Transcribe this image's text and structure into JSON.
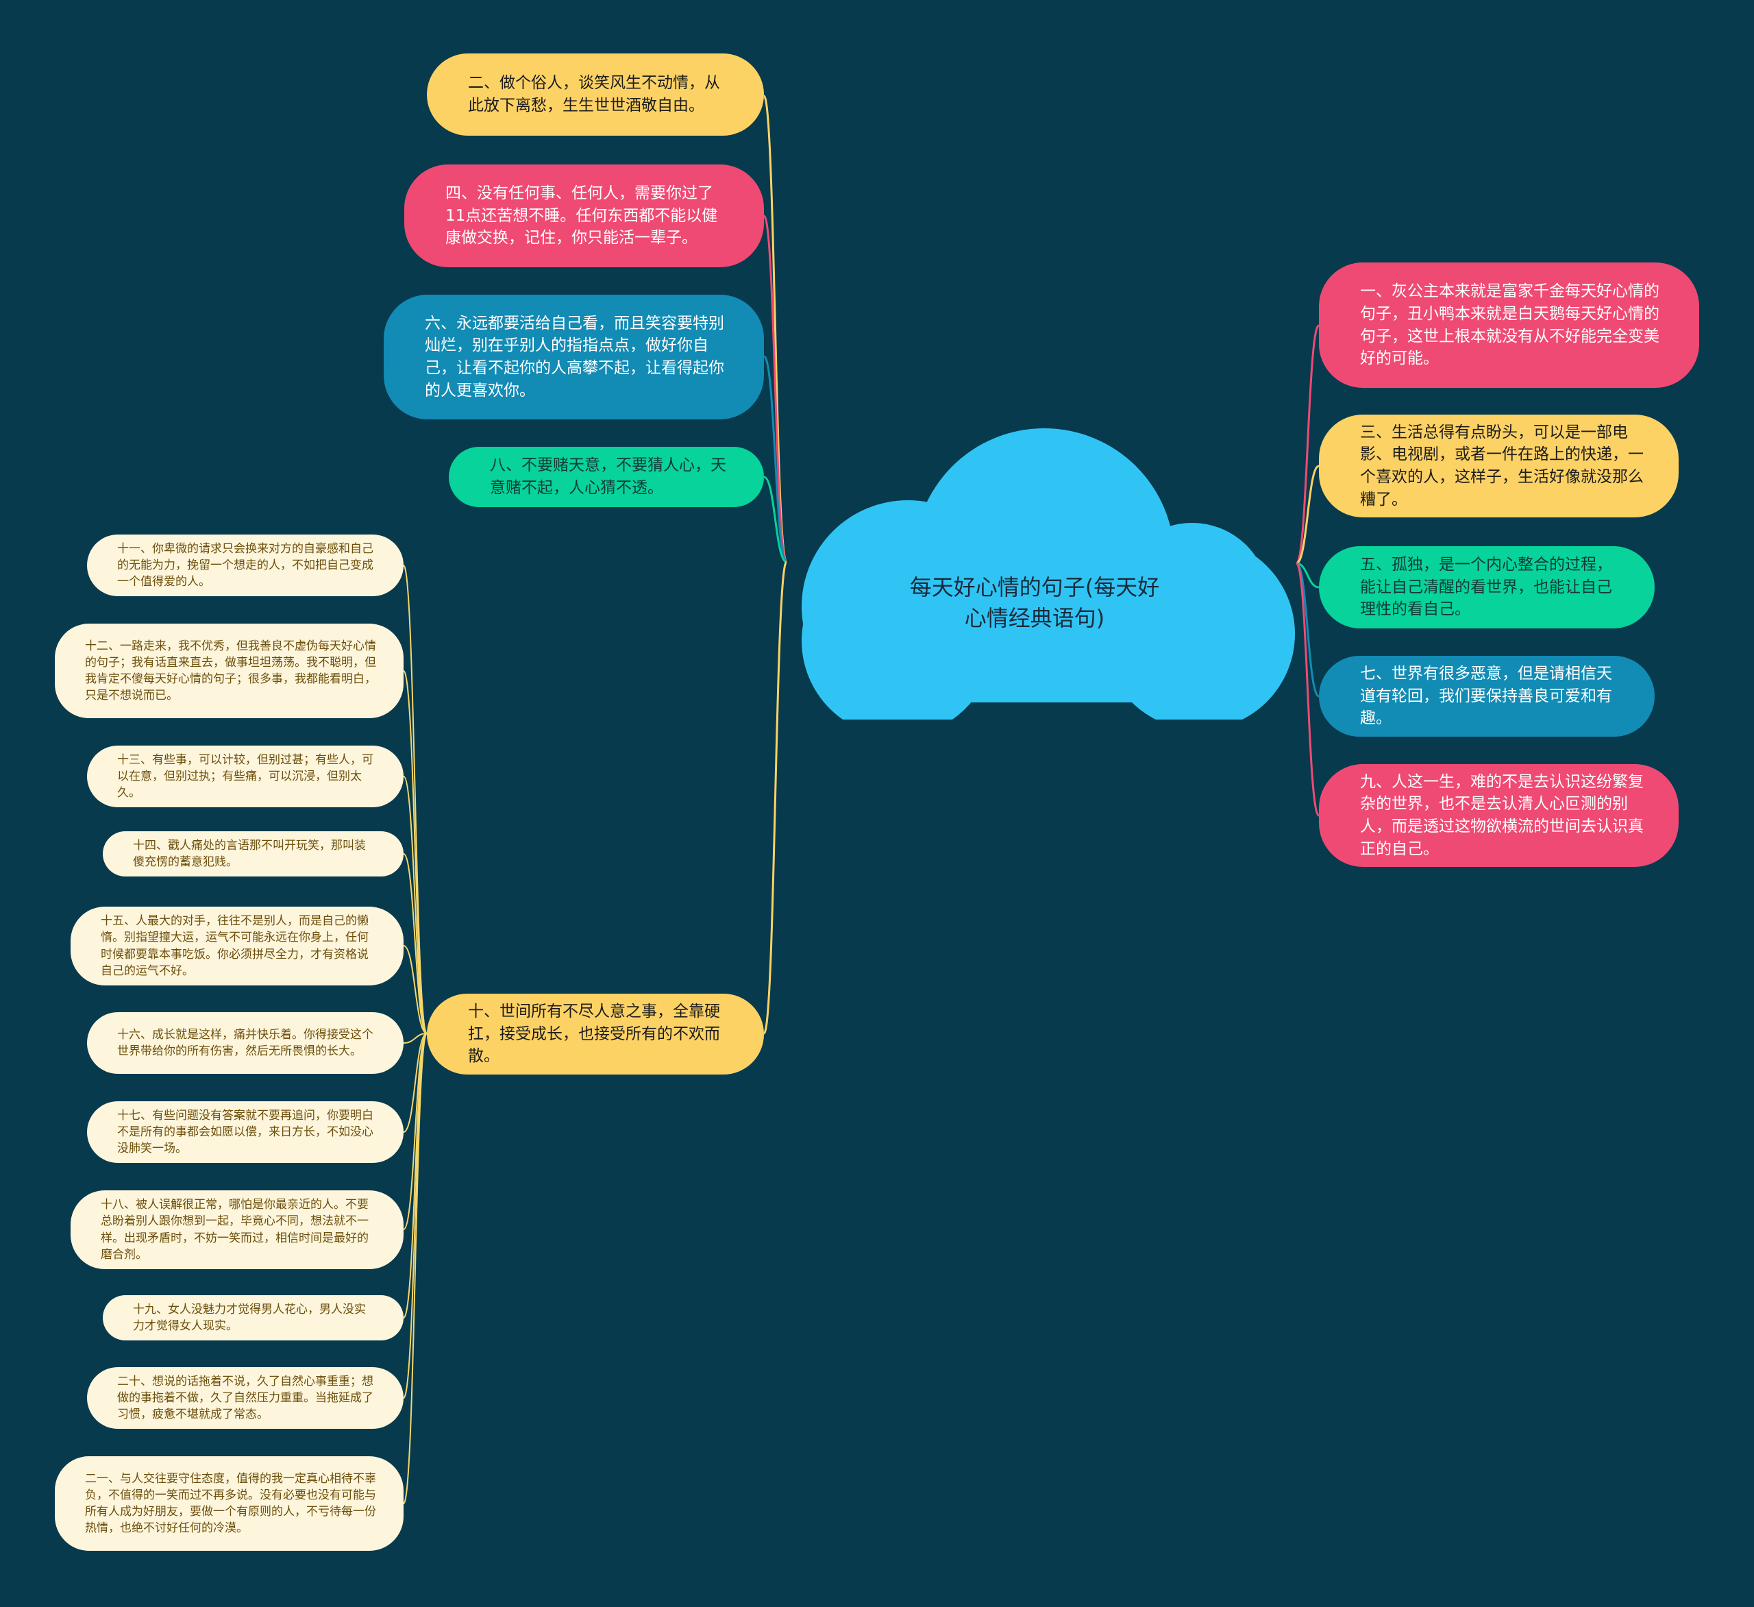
{
  "theme": {
    "background": "#073a4d",
    "cloud": "#30c4f5",
    "yellow": "#fdd265",
    "pink": "#ef4a73",
    "blue": "#128bb5",
    "green": "#07d39a",
    "cream": "#fdf5dc",
    "line_yellow": "#f5d66a"
  },
  "root": {
    "title": "每天好心情的句子(每天好心情经典语句)"
  },
  "left_branches": [
    {
      "id": "n2",
      "text": "二、做个俗人，谈笑风生不动情，从此放下离愁，生生世世酒敬自由。"
    },
    {
      "id": "n4",
      "text": "四、没有任何事、任何人，需要你过了11点还苦想不睡。任何东西都不能以健康做交换，记住，你只能活一辈子。"
    },
    {
      "id": "n6",
      "text": "六、永远都要活给自己看，而且笑容要特别灿烂，别在乎别人的指指点点，做好你自己，让看不起你的人高攀不起，让看得起你的人更喜欢你。"
    },
    {
      "id": "n8",
      "text": "八、不要赌天意，不要猜人心，天意赌不起，人心猜不透。"
    },
    {
      "id": "n10",
      "text": "十、世间所有不尽人意之事，全靠硬扛，接受成长，也接受所有的不欢而散。"
    }
  ],
  "right_branches": [
    {
      "id": "n1",
      "text": "一、灰公主本来就是富家千金每天好心情的句子，丑小鸭本来就是白天鹅每天好心情的句子，这世上根本就没有从不好能完全变美好的可能。"
    },
    {
      "id": "n3",
      "text": "三、生活总得有点盼头，可以是一部电影、电视剧，或者一件在路上的快递，一个喜欢的人，这样子，生活好像就没那么糟了。"
    },
    {
      "id": "n5",
      "text": "五、孤独，是一个内心整合的过程，能让自己清醒的看世界，也能让自己理性的看自己。"
    },
    {
      "id": "n7",
      "text": "七、世界有很多恶意，但是请相信天道有轮回，我们要保持善良可爱和有趣。"
    },
    {
      "id": "n9",
      "text": "九、人这一生，难的不是去认识这纷繁复杂的世界，也不是去认清人心叵测的别人，而是透过这物欲横流的世间去认识真正的自己。"
    }
  ],
  "sub_branches": [
    {
      "id": "s11",
      "text": "十一、你卑微的请求只会换来对方的自豪感和自己的无能为力，挽留一个想走的人，不如把自己变成一个值得爱的人。"
    },
    {
      "id": "s12",
      "text": "十二、一路走来，我不优秀，但我善良不虚伪每天好心情的句子；我有话直来直去，做事坦坦荡荡。我不聪明，但我肯定不傻每天好心情的句子；很多事，我都能看明白，只是不想说而已。"
    },
    {
      "id": "s13",
      "text": "十三、有些事，可以计较，但别过甚；有些人，可以在意，但别过执；有些痛，可以沉浸，但别太久。"
    },
    {
      "id": "s14",
      "text": "十四、戳人痛处的言语那不叫开玩笑，那叫装傻充愣的蓄意犯贱。"
    },
    {
      "id": "s15",
      "text": "十五、人最大的对手，往往不是别人，而是自己的懒惰。别指望撞大运，运气不可能永远在你身上，任何时候都要靠本事吃饭。你必须拼尽全力，才有资格说自己的运气不好。"
    },
    {
      "id": "s16",
      "text": "十六、成长就是这样，痛并快乐着。你得接受这个世界带给你的所有伤害，然后无所畏惧的长大。"
    },
    {
      "id": "s17",
      "text": "十七、有些问题没有答案就不要再追问，你要明白不是所有的事都会如愿以偿，来日方长，不如没心没肺笑一场。"
    },
    {
      "id": "s18",
      "text": "十八、被人误解很正常，哪怕是你最亲近的人。不要总盼着别人跟你想到一起，毕竟心不同，想法就不一样。出现矛盾时，不妨一笑而过，相信时间是最好的磨合剂。"
    },
    {
      "id": "s19",
      "text": "十九、女人没魅力才觉得男人花心，男人没实力才觉得女人现实。"
    },
    {
      "id": "s20",
      "text": "二十、想说的话拖着不说，久了自然心事重重；想做的事拖着不做，久了自然压力重重。当拖延成了习惯，疲惫不堪就成了常态。"
    },
    {
      "id": "s21",
      "text": "二一、与人交往要守住态度，值得的我一定真心相待不辜负，不值得的一笑而过不再多说。没有必要也没有可能与所有人成为好朋友，要做一个有原则的人，不亏待每一份热情，也绝不讨好任何的冷漠。"
    }
  ]
}
